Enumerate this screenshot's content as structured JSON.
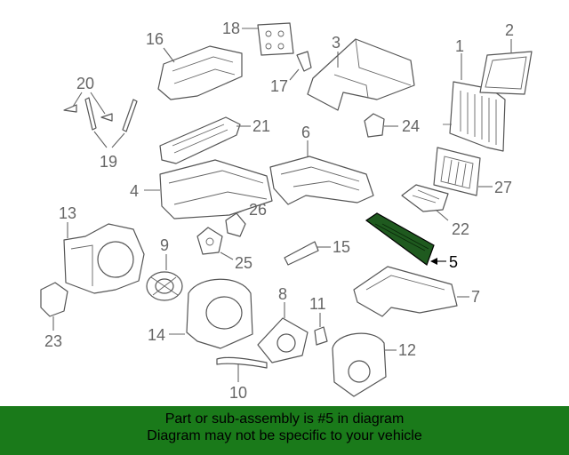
{
  "diagram": {
    "callouts": [
      "1",
      "2",
      "3",
      "4",
      "5",
      "6",
      "7",
      "8",
      "9",
      "10",
      "11",
      "12",
      "13",
      "14",
      "15",
      "16",
      "17",
      "18",
      "19",
      "20",
      "21",
      "22",
      "23",
      "24",
      "25",
      "26",
      "27"
    ],
    "highlighted_callout": "5"
  },
  "footer": {
    "line1": "Part or sub-assembly is #5 in diagram",
    "line2": "Diagram may not be specific to your vehicle"
  },
  "colors": {
    "footer_background": "#1a7a1a",
    "highlighted_part": "#1f5a1f",
    "line_art": "#555555"
  }
}
